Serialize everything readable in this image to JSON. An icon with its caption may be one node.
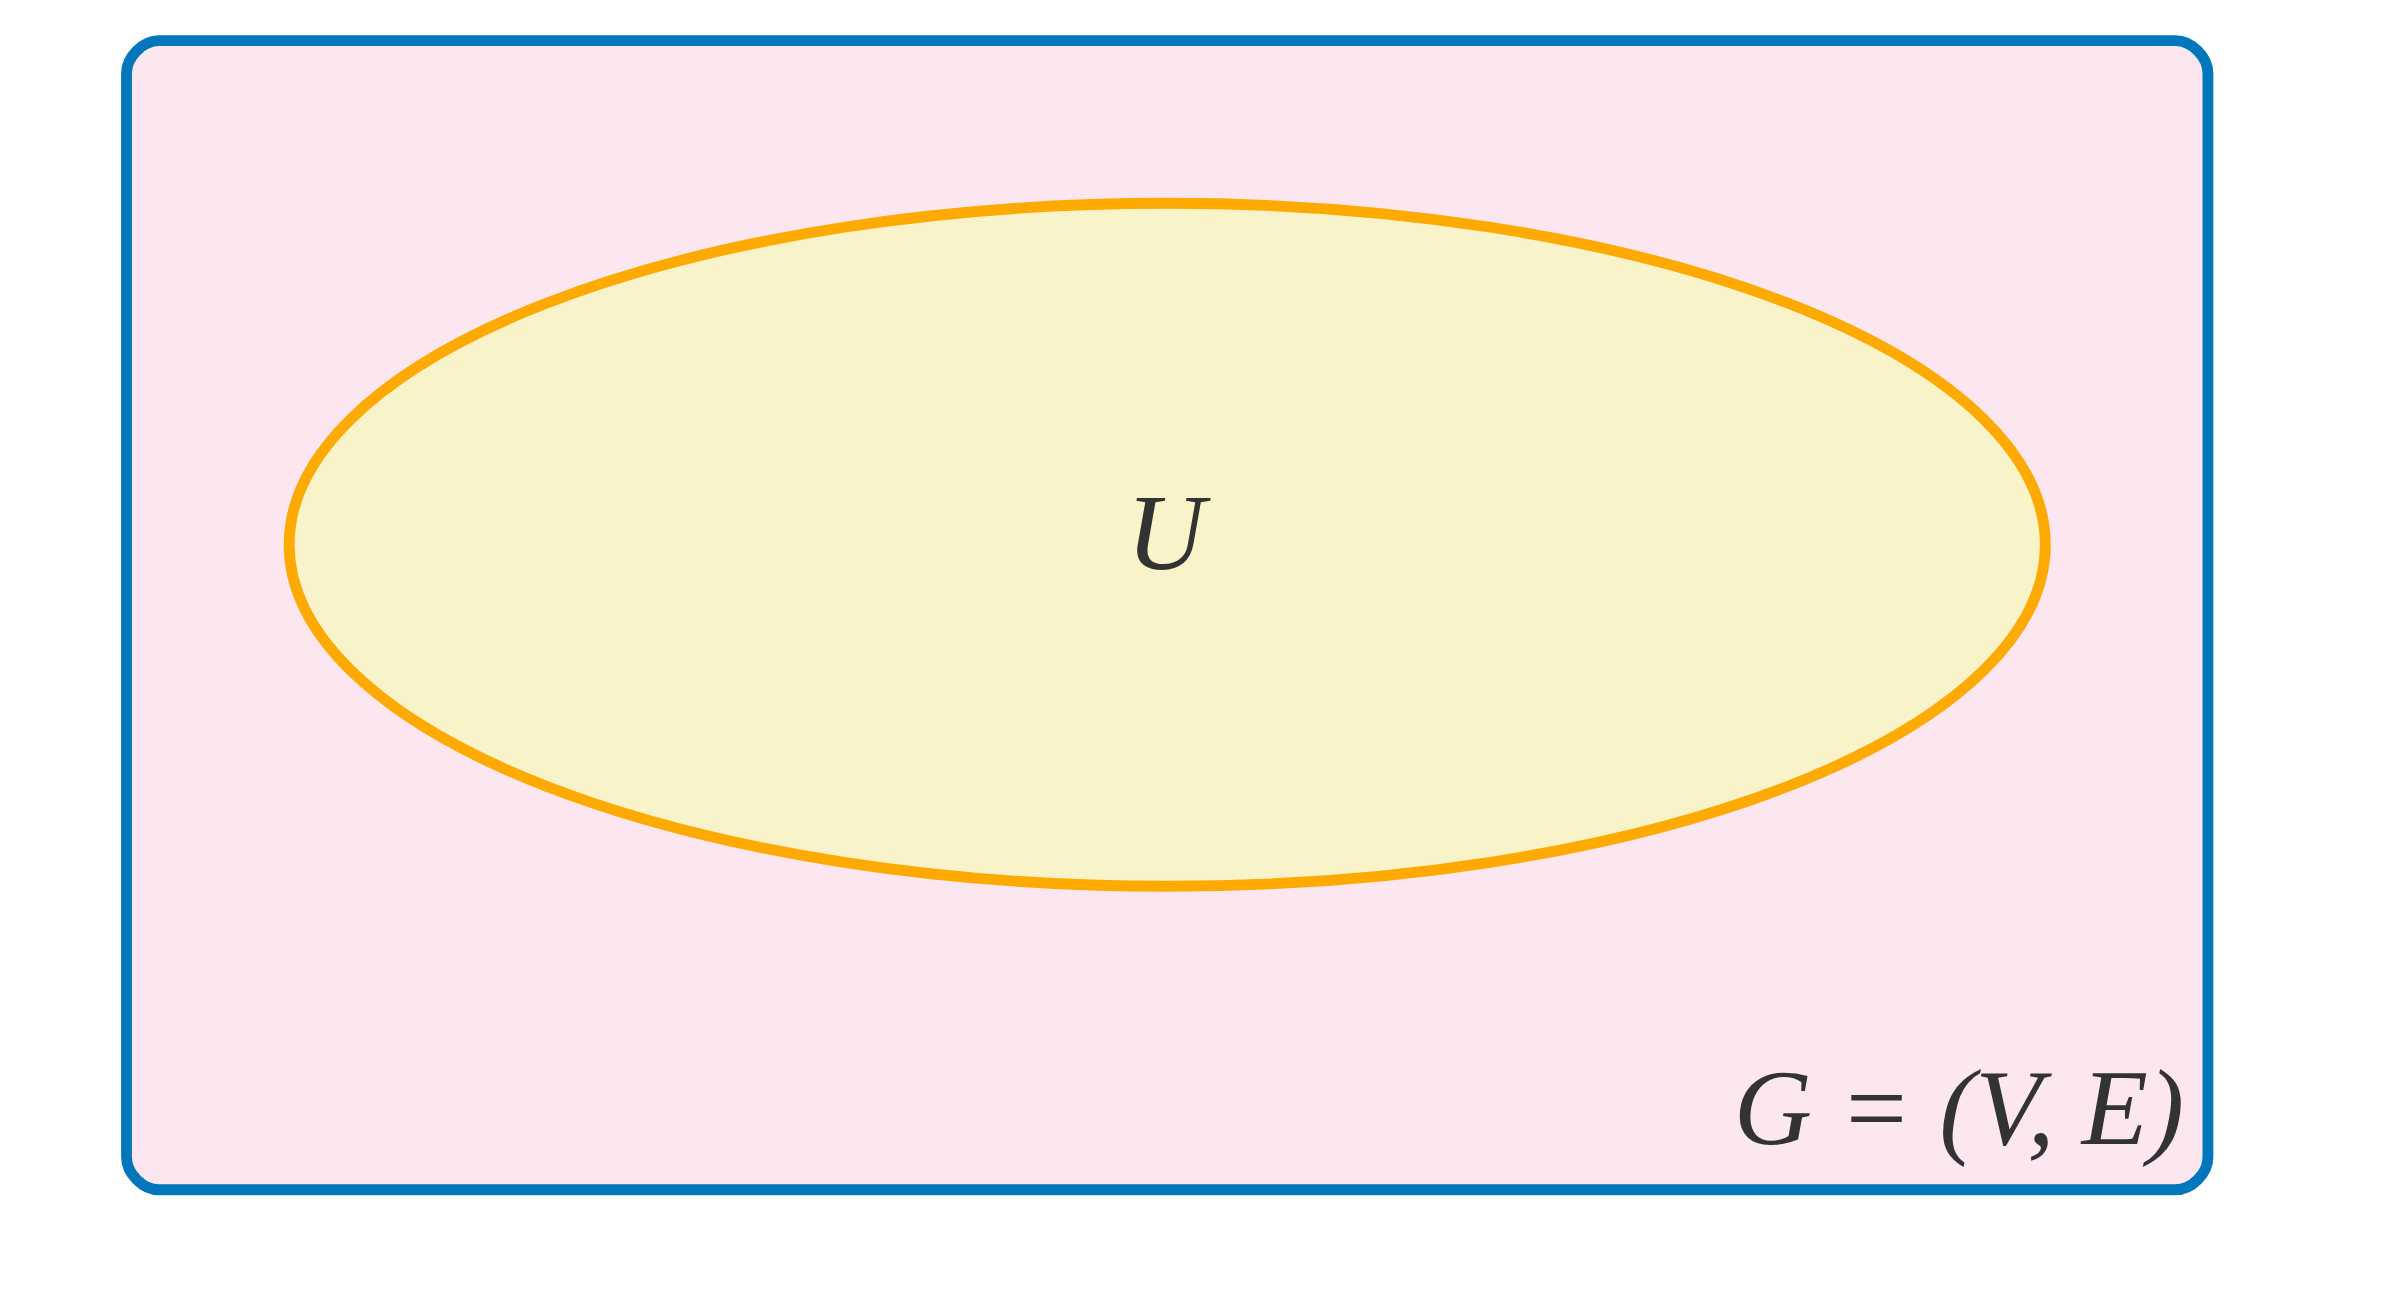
{
  "diagram": {
    "nodes": [
      {
        "text": [
          "G = (V, E)"
        ]
      },
      {
        "text": [
          "U"
        ],
        "in": 0
      }
    ]
  }
}
